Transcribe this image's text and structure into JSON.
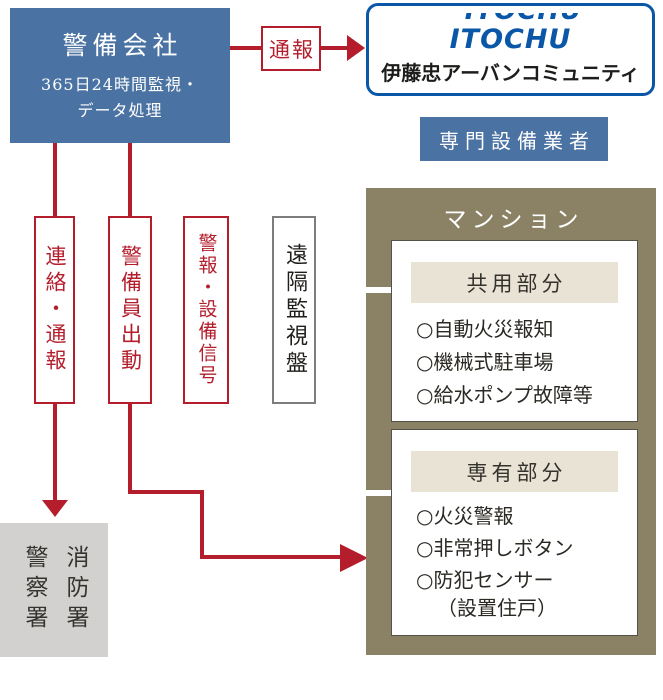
{
  "colors": {
    "box_blue": "#4a72a2",
    "signal_red": "#b41e2c",
    "mansion_olive": "#8b8266",
    "header_beige": "#e9e3d6",
    "agency_gray": "#d2d1cf",
    "itochu_blue": "#0a57a8"
  },
  "security_company": {
    "title": "警備会社",
    "subtitle_line1": "365日24時間監視・",
    "subtitle_line2": "データ処理"
  },
  "tsuho": {
    "label": "通報"
  },
  "itochu": {
    "logo_text": "ITOCHU",
    "name": "伊藤忠アーバンコミュニティ"
  },
  "specialist": {
    "label": "専門設備業者"
  },
  "channels": [
    {
      "label": "連絡・通報"
    },
    {
      "label": "警備員出動"
    },
    {
      "label": "警報・設備信号"
    },
    {
      "label": "遠隔監視盤"
    }
  ],
  "agencies": {
    "police": "警察署",
    "fire": "消防署"
  },
  "mansion": {
    "title": "マンション",
    "common": {
      "header": "共用部分",
      "items": [
        "○自動火災報知",
        "○機械式駐車場",
        "○給水ポンプ故障等"
      ]
    },
    "private": {
      "header": "専有部分",
      "items": [
        "○火災警報",
        "○非常押しボタン",
        "○防犯センサー"
      ],
      "sub_item": "（設置住戸）"
    }
  }
}
